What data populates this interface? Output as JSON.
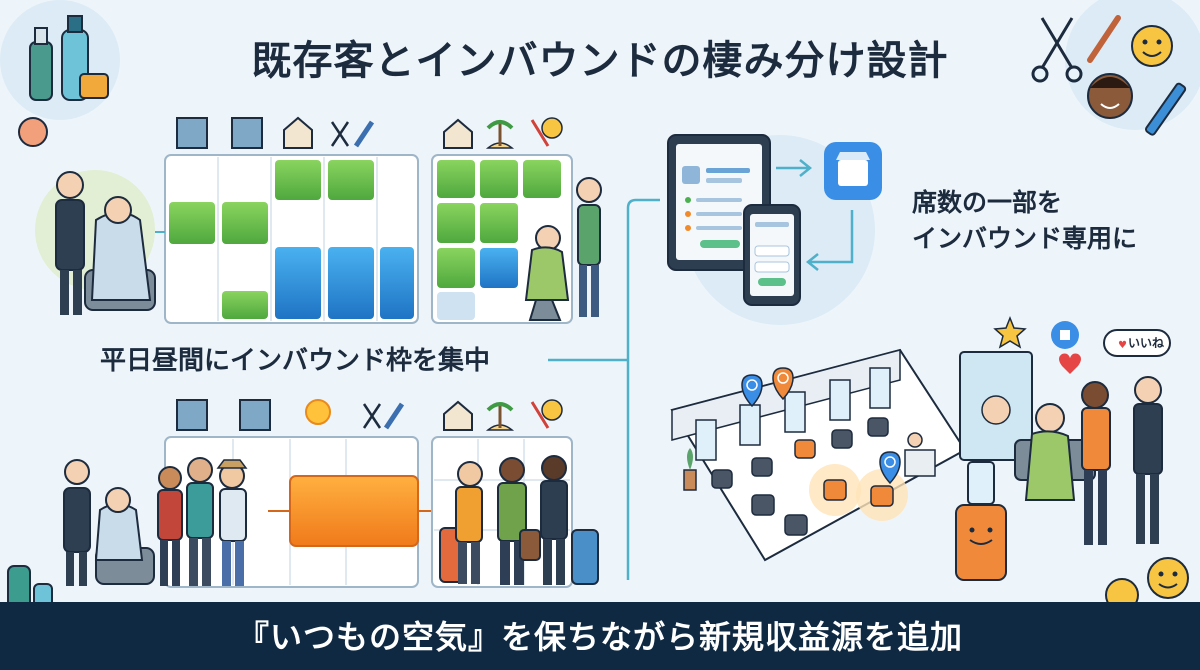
{
  "title": "既存客とインバウンドの棲み分け設計",
  "weekday_label": "平日昼間にインバウンド枠を集中",
  "note": {
    "line1": "席数の一部を",
    "line2": "インバウンド専用に"
  },
  "badge_text": "いいね",
  "banner": "『いつもの空気』を保ちながら新規収益源を追加",
  "colors": {
    "green_slot": "#6cbf4a",
    "blue_slot": "#2d8fd8",
    "orange_slot": "#f39a2a",
    "navy_banner": "#0f2942",
    "line_teal": "#4fb0c9"
  },
  "icons": [
    "building-icon",
    "house-icon",
    "scissors-comb-icon",
    "beach-icon",
    "no-salon-smile-icon",
    "sun-icon",
    "globe-pin-icon",
    "thumbs-up-icon",
    "heart-icon",
    "star-icon",
    "smiley-icon"
  ]
}
